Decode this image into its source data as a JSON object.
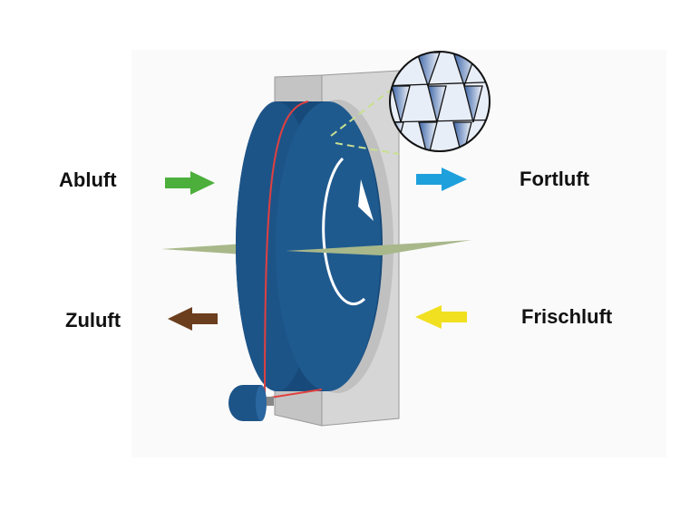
{
  "labels": {
    "exhaust_in": "Abluft",
    "exhaust_out": "Fortluft",
    "supply_out": "Zuluft",
    "fresh_in": "Frischluft"
  },
  "colors": {
    "wheel": "#1f5a8f",
    "wheel_side": "#174a7a",
    "frame": "#d3d3d3",
    "belt": "#e04040",
    "abluft_arrow": "#4caf3c",
    "fortluft_arrow": "#1ea0dc",
    "zuluft_arrow": "#6b3e1e",
    "frischluft_arrow": "#f0e020",
    "divider": "#a8b88a"
  }
}
